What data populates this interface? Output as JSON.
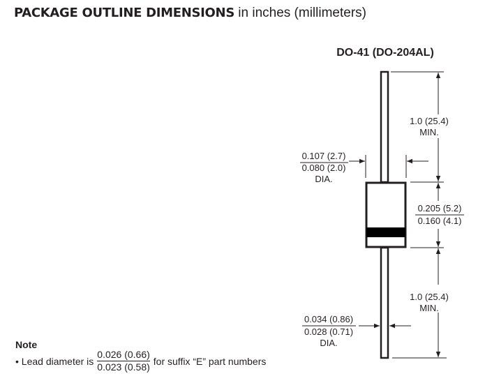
{
  "title": {
    "bold": "PACKAGE OUTLINE DIMENSIONS",
    "suffix": "in inches (millimeters)"
  },
  "package": "DO-41 (DO-204AL)",
  "dimensions": {
    "lead_length_top": {
      "value": "1.0 (25.4)",
      "note": "MIN."
    },
    "body_diameter": {
      "max": "0.107 (2.7)",
      "min": "0.080 (2.0)",
      "note": "DIA."
    },
    "body_length": {
      "max": "0.205 (5.2)",
      "min": "0.160 (4.1)"
    },
    "lead_length_bottom": {
      "value": "1.0 (25.4)",
      "note": "MIN."
    },
    "lead_diameter": {
      "max": "0.034 (0.86)",
      "min": "0.028 (0.71)",
      "note": "DIA."
    }
  },
  "note": {
    "heading": "Note",
    "bullet_prefix": "• Lead diameter is",
    "max": "0.026 (0.66)",
    "min": "0.023 (0.58)",
    "bullet_suffix": "for suffix “E” part numbers"
  }
}
